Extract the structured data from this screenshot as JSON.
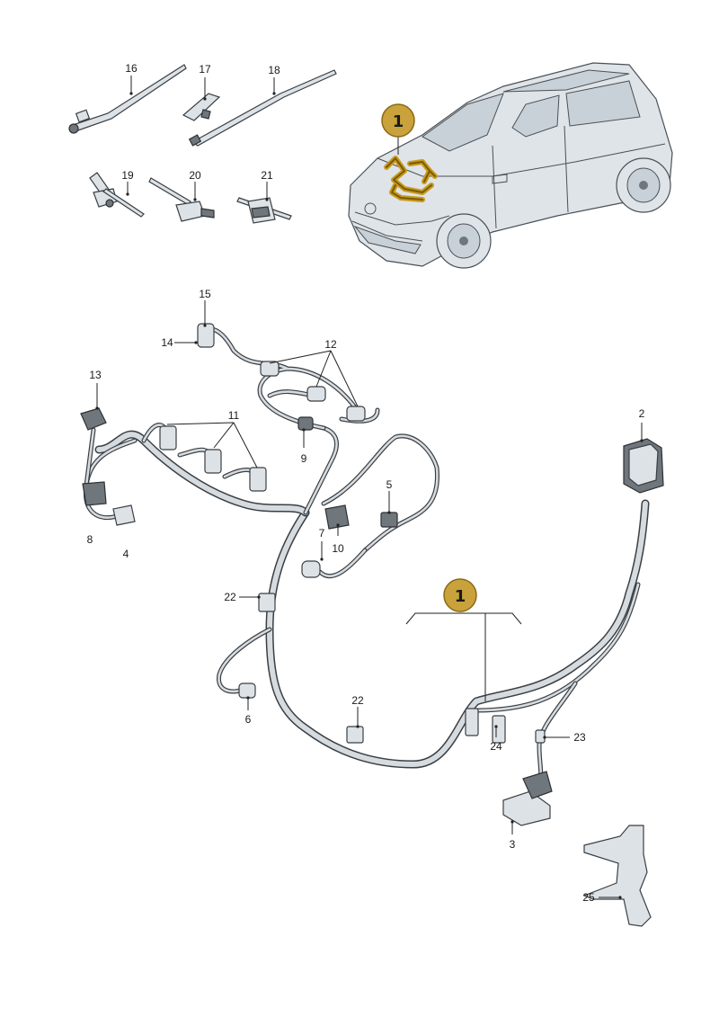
{
  "colors": {
    "badge_fill": "#c9a23c",
    "badge_stroke": "#8a6a14",
    "highlight": "#c89a1e",
    "part_fill": "#dde2e6",
    "outline": "#3a3f44"
  },
  "badges": [
    {
      "id": "badge-car",
      "label": "1"
    },
    {
      "id": "badge-harness",
      "label": "1"
    }
  ],
  "callouts": {
    "c2": "2",
    "c3": "3",
    "c4": "4",
    "c5": "5",
    "c6": "6",
    "c7": "7",
    "c8": "8",
    "c9": "9",
    "c10": "10",
    "c11": "11",
    "c12": "12",
    "c13": "13",
    "c14": "14",
    "c15": "15",
    "c16": "16",
    "c17": "17",
    "c18": "18",
    "c19": "19",
    "c20": "20",
    "c21": "21",
    "c22a": "22",
    "c22b": "22",
    "c23": "23",
    "c24": "24",
    "c25": "25"
  }
}
